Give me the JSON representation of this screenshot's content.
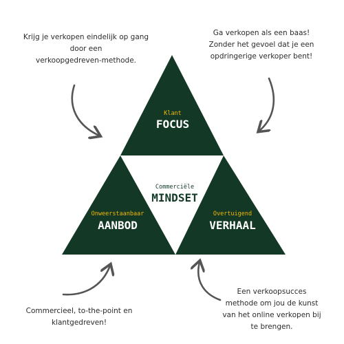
{
  "colors": {
    "dark_green": "#133826",
    "gold": "#f2b705",
    "white": "#ffffff",
    "arrow": "#555555",
    "text": "#2b2b2b"
  },
  "notes": {
    "top_left": [
      "Krijg je verkopen eindelijk op gang",
      "door een",
      "verkoopgedreven-methode."
    ],
    "top_right": [
      "Ga verkopen als een baas!",
      "Zonder het gevoel dat je een",
      "opdringerige verkoper bent!"
    ],
    "bottom_left": [
      "Commercieel, to-the-point en",
      "klantgedreven!"
    ],
    "bottom_right": [
      "Een verkoopsucces",
      "methode om jou de kunst",
      "van het online verkopen bij",
      "te brengen."
    ]
  },
  "triangles": {
    "top": {
      "small": "Klant",
      "big": "FOCUS"
    },
    "center": {
      "small": "Commerciële",
      "big": "MINDSET"
    },
    "left": {
      "small": "Onweerstaanbaar",
      "big": "AANBOD"
    },
    "right": {
      "small": "Overtuigend",
      "big": "VERHAAL"
    }
  }
}
